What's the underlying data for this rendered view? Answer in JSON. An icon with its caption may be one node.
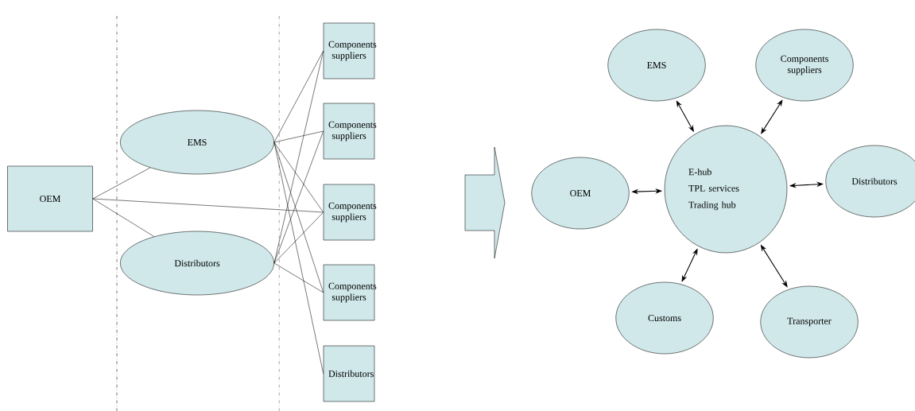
{
  "diagram": {
    "nodes": [
      {
        "text": [
          "OEM"
        ]
      },
      {
        "text": [
          "EMS"
        ]
      },
      {
        "text": [
          "Distributors"
        ]
      },
      {
        "text": [
          "Components suppliers"
        ]
      },
      {
        "text": [
          "Components suppliers"
        ]
      },
      {
        "text": [
          "Components suppliers"
        ]
      },
      {
        "text": [
          "Components suppliers"
        ]
      },
      {
        "text": [
          "Distributors"
        ]
      },
      {
        "text": [
          "OEM"
        ]
      },
      {
        "text": [
          "EMS"
        ]
      },
      {
        "text": [
          "Components suppliers"
        ]
      },
      {
        "text": [
          "E-hub",
          "TPL services",
          "Trading hub"
        ]
      },
      {
        "text": [
          "Distributors"
        ]
      },
      {
        "text": [
          "Customs"
        ]
      },
      {
        "text": [
          "Transporter"
        ]
      }
    ],
    "edges": [
      {
        "from": 0,
        "to": 1,
        "arrow": "none"
      },
      {
        "from": 0,
        "to": 2,
        "arrow": "none"
      },
      {
        "from": 0,
        "to": 5,
        "arrow": "none"
      },
      {
        "from": 1,
        "to": 3,
        "arrow": "none"
      },
      {
        "from": 1,
        "to": 4,
        "arrow": "none"
      },
      {
        "from": 1,
        "to": 5,
        "arrow": "none"
      },
      {
        "from": 1,
        "to": 6,
        "arrow": "none"
      },
      {
        "from": 1,
        "to": 7,
        "arrow": "none"
      },
      {
        "from": 2,
        "to": 3,
        "arrow": "none"
      },
      {
        "from": 2,
        "to": 4,
        "arrow": "none"
      },
      {
        "from": 2,
        "to": 5,
        "arrow": "none"
      },
      {
        "from": 2,
        "to": 6,
        "arrow": "none"
      },
      {
        "from": 8,
        "to": 11,
        "arrow": "both"
      },
      {
        "from": 9,
        "to": 11,
        "arrow": "both"
      },
      {
        "from": 10,
        "to": 11,
        "arrow": "both"
      },
      {
        "from": 12,
        "to": 11,
        "arrow": "both"
      },
      {
        "from": 13,
        "to": 11,
        "arrow": "both"
      },
      {
        "from": 14,
        "to": 11,
        "arrow": "both"
      }
    ]
  }
}
